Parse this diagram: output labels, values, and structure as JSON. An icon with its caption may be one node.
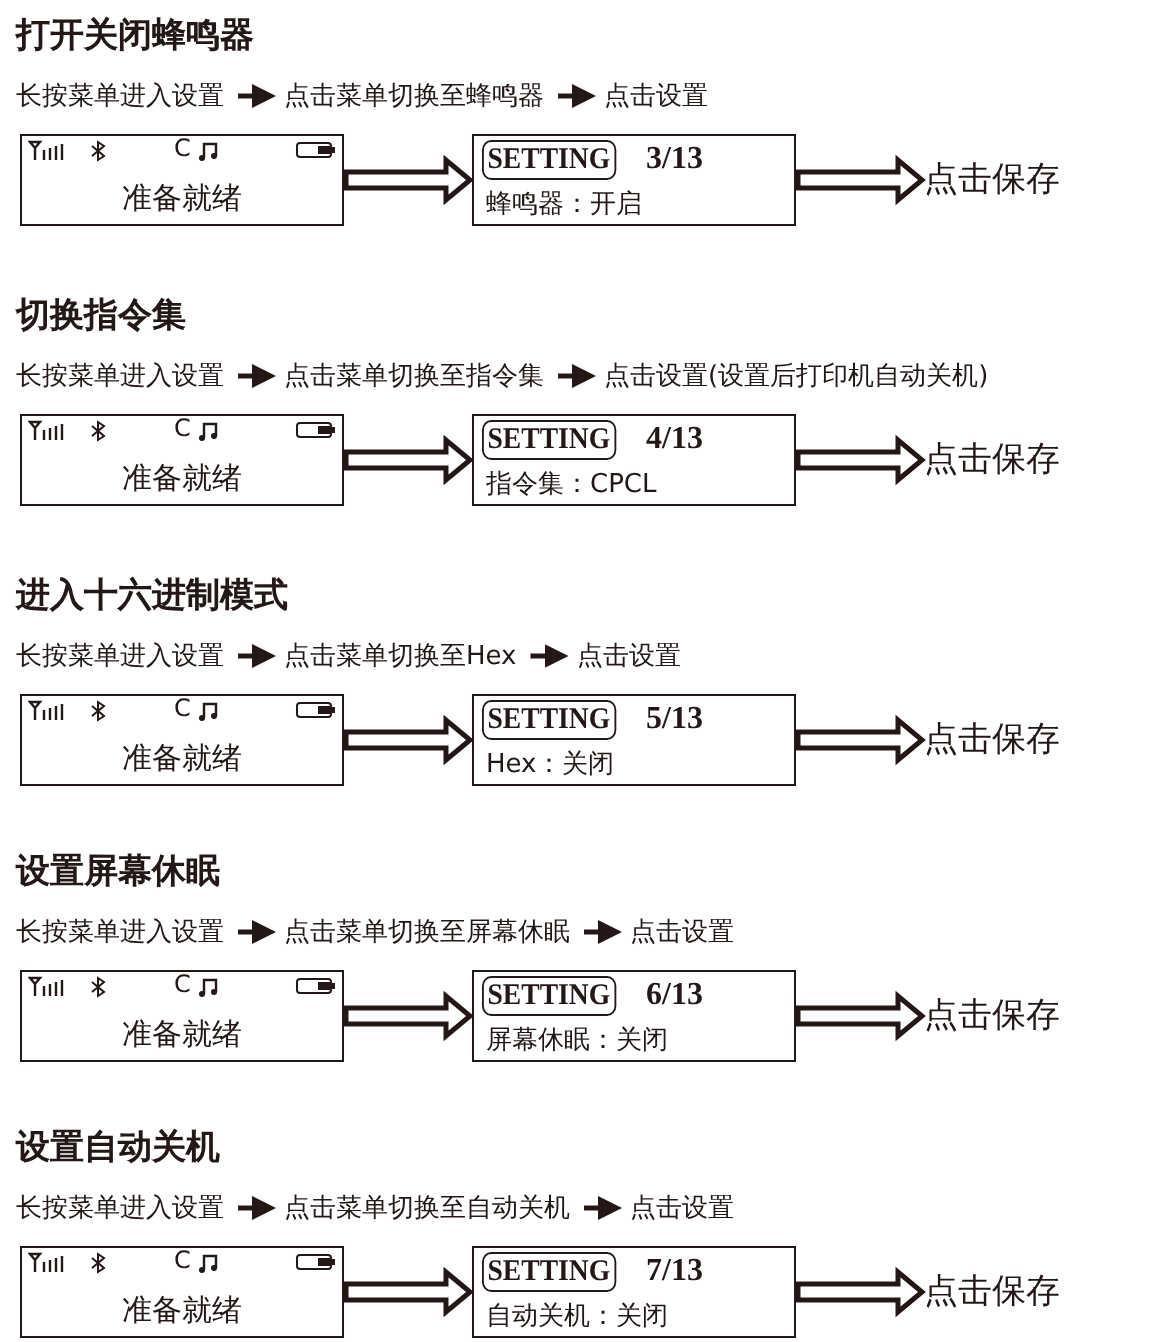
{
  "diagram": {
    "nodes": [
      {
        "text": [
          "长按菜单进入设置"
        ]
      },
      {
        "text": [
          "点击菜单切换至蜂鸣器"
        ]
      },
      {
        "text": [
          "点击设置"
        ]
      },
      {
        "text": [
          "C",
          "准备就绪"
        ]
      },
      {
        "text": [
          "SETTING",
          "3/13",
          "蜂鸣器：开启"
        ]
      },
      {
        "text": [
          "点击保存"
        ]
      },
      {
        "text": [
          "长按菜单进入设置"
        ]
      },
      {
        "text": [
          "点击菜单切换至指令集"
        ]
      },
      {
        "text": [
          "点击设置(设置后打印机自动关机)"
        ]
      },
      {
        "text": [
          "C",
          "准备就绪"
        ]
      },
      {
        "text": [
          "SETTING",
          "4/13",
          "指令集：CPCL"
        ]
      },
      {
        "text": [
          "点击保存"
        ]
      },
      {
        "text": [
          "长按菜单进入设置"
        ]
      },
      {
        "text": [
          "点击菜单切换至Hex"
        ]
      },
      {
        "text": [
          "点击设置"
        ]
      },
      {
        "text": [
          "C",
          "准备就绪"
        ]
      },
      {
        "text": [
          "SETTING",
          "5/13",
          "Hex：关闭"
        ]
      },
      {
        "text": [
          "点击保存"
        ]
      },
      {
        "text": [
          "长按菜单进入设置"
        ]
      },
      {
        "text": [
          "点击菜单切换至屏幕休眠"
        ]
      },
      {
        "text": [
          "点击设置"
        ]
      },
      {
        "text": [
          "C",
          "准备就绪"
        ]
      },
      {
        "text": [
          "SETTING",
          "6/13",
          "屏幕休眠：关闭"
        ]
      },
      {
        "text": [
          "点击保存"
        ]
      },
      {
        "text": [
          "长按菜单进入设置"
        ]
      },
      {
        "text": [
          "点击菜单切换至自动关机"
        ]
      },
      {
        "text": [
          "点击设置"
        ]
      },
      {
        "text": [
          "C",
          "准备就绪"
        ]
      },
      {
        "text": [
          "SETTING",
          "7/13",
          "自动关机：关闭"
        ]
      },
      {
        "text": [
          "点击保存"
        ]
      }
    ],
    "edges": [
      {
        "from": 0,
        "to": 1,
        "arrow": "to"
      },
      {
        "from": 1,
        "to": 2,
        "arrow": "to"
      },
      {
        "from": 3,
        "to": 4,
        "arrow": "to"
      },
      {
        "from": 4,
        "to": 5,
        "arrow": "to"
      },
      {
        "from": 6,
        "to": 7,
        "arrow": "to"
      },
      {
        "from": 7,
        "to": 8,
        "arrow": "to"
      },
      {
        "from": 9,
        "to": 10,
        "arrow": "to"
      },
      {
        "from": 10,
        "to": 11,
        "arrow": "to"
      },
      {
        "from": 12,
        "to": 13,
        "arrow": "to"
      },
      {
        "from": 13,
        "to": 14,
        "arrow": "to"
      },
      {
        "from": 15,
        "to": 16,
        "arrow": "to"
      },
      {
        "from": 16,
        "to": 17,
        "arrow": "to"
      },
      {
        "from": 18,
        "to": 19,
        "arrow": "to"
      },
      {
        "from": 19,
        "to": 20,
        "arrow": "to"
      },
      {
        "from": 21,
        "to": 22,
        "arrow": "to"
      },
      {
        "from": 22,
        "to": 23,
        "arrow": "to"
      },
      {
        "from": 24,
        "to": 25,
        "arrow": "to"
      },
      {
        "from": 25,
        "to": 26,
        "arrow": "to"
      },
      {
        "from": 27,
        "to": 28,
        "arrow": "to"
      },
      {
        "from": 28,
        "to": 29,
        "arrow": "to"
      }
    ],
    "labels": [
      "打开关闭蜂鸣器",
      "切换指令集",
      "进入十六进制模式",
      "设置屏幕休眠",
      "设置自动关机"
    ]
  }
}
